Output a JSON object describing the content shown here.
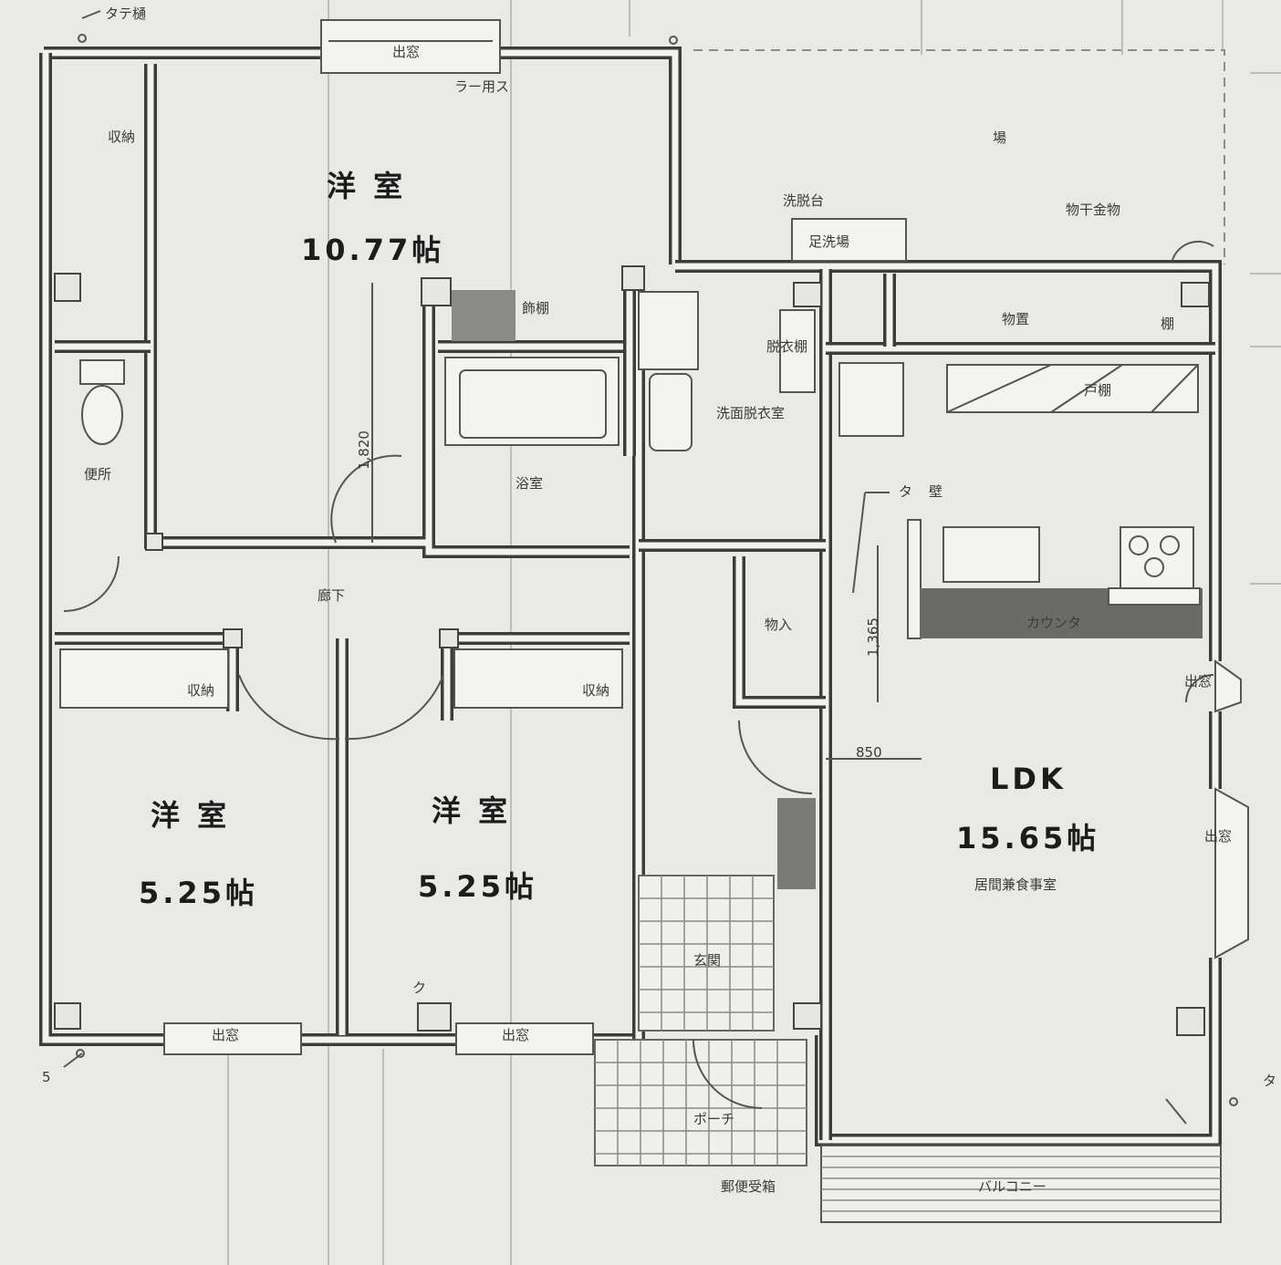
{
  "rooms": {
    "western_large": {
      "name": "洋 室",
      "size": "10.77帖"
    },
    "western_left": {
      "name": "洋 室",
      "size": "5.25帖"
    },
    "western_mid": {
      "name": "洋 室",
      "size": "5.25帖"
    },
    "ldk": {
      "name": "LDK",
      "size": "15.65帖",
      "desc": "居間兼食事室"
    }
  },
  "labels": {
    "bay_window": "出窓",
    "storage": "収納",
    "toilet": "便所",
    "bath": "浴室",
    "washroom": "洗面脱衣室",
    "corridor": "廊下",
    "closet": "物入",
    "entrance": "玄関",
    "porch": "ポーチ",
    "balcony": "バルコニー",
    "counter": "カウンタ",
    "cupboard": "戸棚",
    "shelf_deco": "飾棚",
    "shelf": "棚",
    "storeroom": "物置",
    "dressing_shelf": "脱衣棚",
    "wall": "壁",
    "wall_prefix": "タ",
    "drying_hardware": "物干金物",
    "laundry_stand": "洗脱台",
    "foot_wash": "足洗場",
    "mailbox": "郵便受箱",
    "cooler_sleeve": "ラー用ス",
    "yard": "場",
    "gutter": "タテ樋",
    "mark_5": "5",
    "mark_ta": "タ",
    "mark_ku": "ク"
  },
  "dimensions": {
    "d1820": "1,820",
    "d1365": "1,365",
    "d850": "850"
  }
}
